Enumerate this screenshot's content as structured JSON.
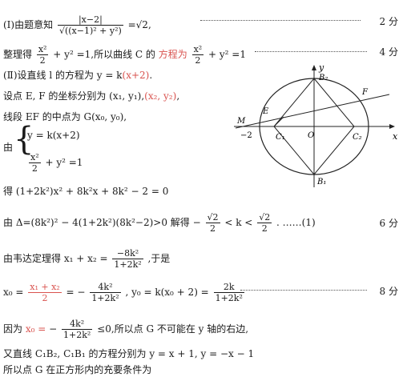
{
  "doc": {
    "l1_prefix": "(Ⅰ)由题意知",
    "l1_num": "|x−2|",
    "l1_den": "√((x−1)² + y²)",
    "l1_suffix": "=√2,",
    "score_1": "2 分",
    "l2_prefix": "整理得",
    "l2_eq1_tail": "+ y² =1,所以曲线 C 的",
    "l2_red": "方程为",
    "l2_eq2_tail": "+ y² =1",
    "score_2": "4 分",
    "frac_x2": "x²",
    "frac_2": "2",
    "l3_prefix": "(Ⅱ)设直线 l 的方程为 y = k",
    "l3_red": "(x+2)",
    "l3_suffix": ".",
    "l4_prefix": "设点 E, F 的坐标分别为 (x₁, y₁),",
    "l4_red": "(x₂, y₂)",
    "l4_suffix": ",",
    "l5": "线段 EF 的中点为 G(x₀, y₀),",
    "l6_you": "由",
    "l6_sys1": "y = k(x+2)",
    "l6_sys2_tail": "+ y² =1",
    "l7": "得 (1+2k²)x² + 8k²x + 8k² − 2 = 0",
    "l8_prefix": "由 Δ=(8k²)² − 4(1+2k²)(8k²−2)>0 解得 −",
    "l8_frac_num": "√2",
    "l8_frac_den": "2",
    "l8_mid": "< k <",
    "l8_suffix": ". ……(1)",
    "score_3": "6 分",
    "l9_prefix": "由韦达定理得 x₁ + x₂ =",
    "l9_num": "−8k²",
    "l9_den": "1+2k²",
    "l9_suffix": ",于是",
    "l10_prefix": "x₀ =",
    "l10_red_num": "x₁ + x₂",
    "l10_red_den": "2",
    "l10_eq": "= −",
    "l10_num2": "4k²",
    "l10_den2": "1+2k²",
    "l10_mid": ", y₀ = k(x₀ + 2) =",
    "l10_num3": "2k",
    "l10_den3": "1+2k²",
    "score_4": "8 分",
    "l11_prefix": "因为",
    "l11_red": "x₀ =",
    "l11_eq": "−",
    "l11_num": "4k²",
    "l11_den": "1+2k²",
    "l11_suffix": "≤0,所以点 G 不可能在 y 轴的右边,",
    "l12": "又直线 C₁B₂, C₁B₁ 的方程分别为 y = x + 1, y = −x − 1",
    "l13": "所以点 G 在正方形内的充要条件为"
  },
  "figure": {
    "label_y": "y",
    "label_x": "x",
    "label_B2": "B₂",
    "label_B1": "B₁",
    "label_C1": "C₁",
    "label_C2": "C₂",
    "label_E": "E",
    "label_F": "F",
    "label_M": "M",
    "label_minus2": "−2",
    "label_O": "O"
  }
}
